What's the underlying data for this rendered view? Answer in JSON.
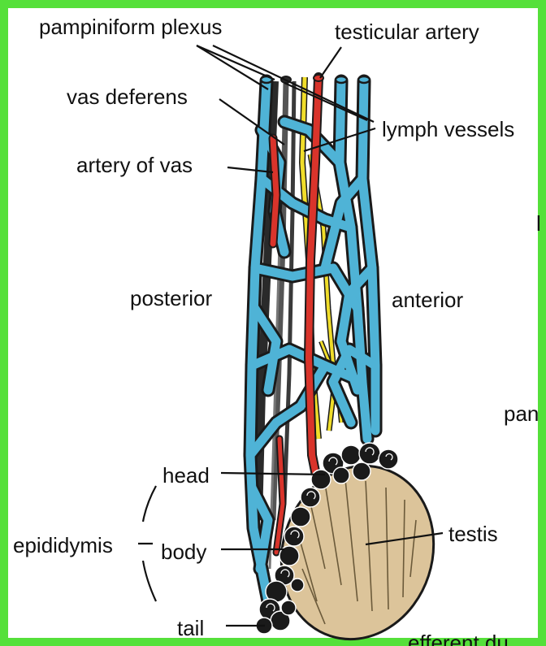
{
  "labels": {
    "pampiniform_plexus": "pampiniform plexus",
    "testicular_artery": "testicular artery",
    "vas_deferens": "vas deferens",
    "lymph_vessels": "lymph vessels",
    "artery_of_vas": "artery of vas",
    "posterior": "posterior",
    "anterior": "anterior",
    "head": "head",
    "epididymis": "epididymis",
    "body": "body",
    "testis": "testis",
    "tail": "tail",
    "cut_off_right_top": "l",
    "cut_off_right_mid": "pan",
    "cut_off_bottom": "efferent du"
  },
  "colors": {
    "frame": "#55e03a",
    "vein": "#4fb3d6",
    "vein_outline": "#1a1a1a",
    "artery": "#d9342b",
    "nerve": "#f0dd2a",
    "testis": "#dcc49a",
    "epididymis": "#1a1a1a"
  }
}
